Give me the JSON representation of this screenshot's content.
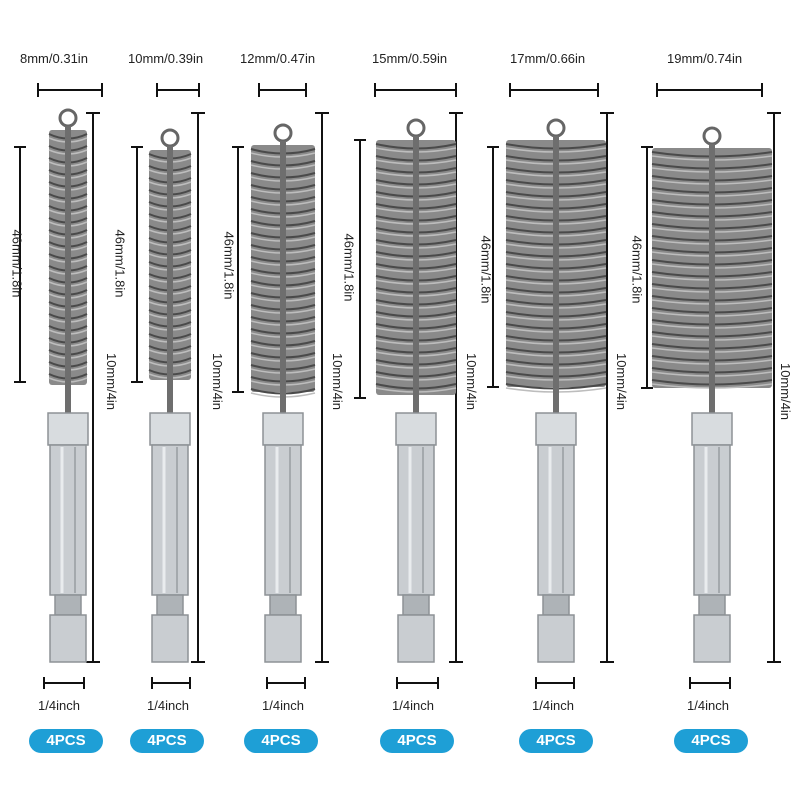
{
  "brushes": [
    {
      "diameter_label": "8mm/0.31in",
      "bristle_label": "46mm/1.8in",
      "length_label": "10mm/4in",
      "shank_label": "1/4inch",
      "qty_label": "4PCS"
    },
    {
      "diameter_label": "10mm/0.39in",
      "bristle_label": "46mm/1.8in",
      "length_label": "10mm/4in",
      "shank_label": "1/4inch",
      "qty_label": "4PCS"
    },
    {
      "diameter_label": "12mm/0.47in",
      "bristle_label": "46mm/1.8in",
      "length_label": "10mm/4in",
      "shank_label": "1/4inch",
      "qty_label": "4PCS"
    },
    {
      "diameter_label": "15mm/0.59in",
      "bristle_label": "46mm/1.8in",
      "length_label": "10mm/4in",
      "shank_label": "1/4inch",
      "qty_label": "4PCS"
    },
    {
      "diameter_label": "17mm/0.66in",
      "bristle_label": "46mm/1.8in",
      "length_label": "10mm/4in",
      "shank_label": "1/4inch",
      "qty_label": "4PCS"
    },
    {
      "diameter_label": "19mm/0.74in",
      "bristle_label": "46mm/1.8in",
      "length_label": "10mm/4in",
      "shank_label": "1/4inch",
      "qty_label": "4PCS"
    }
  ],
  "colors": {
    "badge": "#1e9fd6",
    "bristle": "#8a8a8a",
    "shank": "#c9cdd1",
    "dimension_line": "#111111"
  }
}
